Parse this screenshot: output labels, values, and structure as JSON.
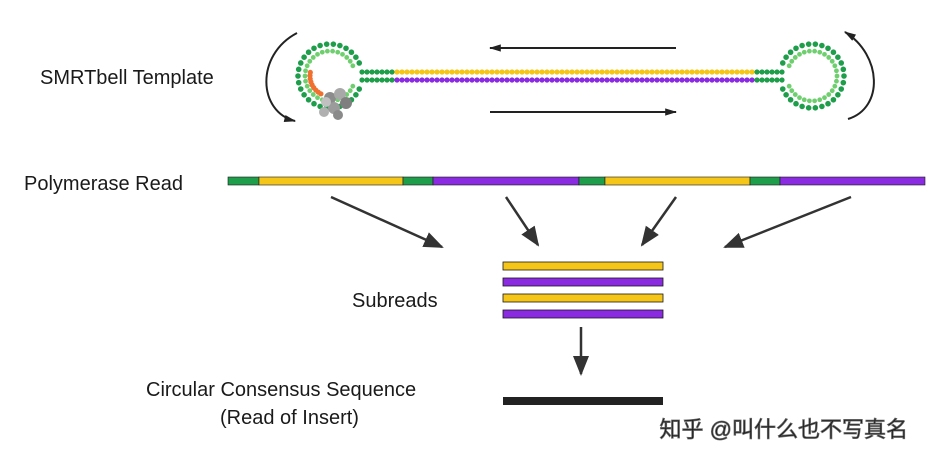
{
  "labels": {
    "template": "SMRTbell Template",
    "polymerase_read": "Polymerase Read",
    "subreads": "Subreads",
    "ccs_line1": "Circular Consensus Sequence",
    "ccs_line2": "(Read of Insert)"
  },
  "watermark": "知乎 @叫什么也不写真名",
  "colors": {
    "adapter_green": "#1e9e4a",
    "insert_yellow": "#f5c518",
    "insert_purple": "#8a2be2",
    "consensus_black": "#222222",
    "primer_orange": "#f07030",
    "polymerase_gray": "#9a9a9a",
    "arrow": "#333333"
  },
  "polymerase_read_segments": [
    "green",
    "yellow",
    "green",
    "purple",
    "green",
    "yellow",
    "green",
    "purple"
  ],
  "subread_colors": [
    "yellow",
    "purple",
    "yellow",
    "purple"
  ]
}
